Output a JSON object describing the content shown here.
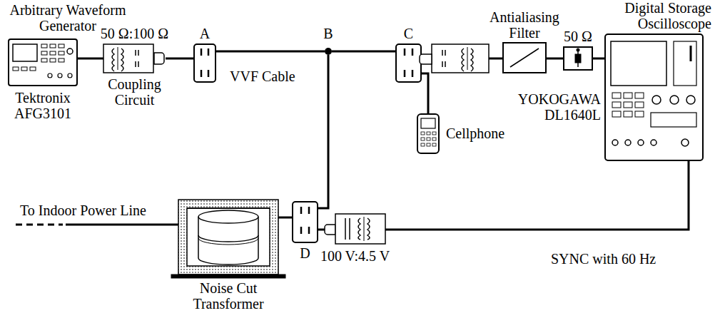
{
  "diagram": {
    "nodes": [
      {
        "text": [
          "Arbitrary Waveform Generator",
          "Tektronix AFG3101"
        ]
      },
      {
        "text": [
          "50 Ω:100 Ω",
          "Coupling Circuit"
        ]
      },
      {
        "text": [
          "A"
        ]
      },
      {
        "text": [
          "B"
        ]
      },
      {
        "text": [
          "C"
        ]
      },
      {
        "text": [
          "Antialiasing Filter"
        ]
      },
      {
        "text": [
          "50 Ω"
        ]
      },
      {
        "text": [
          "Digital Storage Oscilloscope",
          "YOKOGAWA DL1640L"
        ]
      },
      {
        "text": [
          "Cellphone"
        ]
      },
      {
        "text": [
          "Noise Cut Transformer"
        ]
      },
      {
        "text": [
          "D"
        ]
      },
      {
        "text": [
          "100 V:4.5 V"
        ]
      }
    ],
    "edges": [
      {
        "from": 0,
        "to": 1,
        "arrow": "none"
      },
      {
        "from": 1,
        "to": 2,
        "arrow": "none"
      },
      {
        "from": 2,
        "to": 3,
        "arrow": "none"
      },
      {
        "from": 3,
        "to": 4,
        "arrow": "none"
      },
      {
        "from": 3,
        "to": 10,
        "arrow": "none"
      },
      {
        "from": 4,
        "to": 5,
        "arrow": "none"
      },
      {
        "from": 5,
        "to": 6,
        "arrow": "none"
      },
      {
        "from": 6,
        "to": 7,
        "arrow": "none"
      },
      {
        "from": 4,
        "to": 8,
        "arrow": "none"
      },
      {
        "from": 9,
        "to": 10,
        "arrow": "none"
      },
      {
        "from": 10,
        "to": 11,
        "arrow": "none"
      },
      {
        "from": 11,
        "to": 7,
        "arrow": "none"
      }
    ],
    "labels": [
      "VVF Cable",
      "To Indoor Power Line",
      "SYNC with 60 Hz"
    ]
  }
}
